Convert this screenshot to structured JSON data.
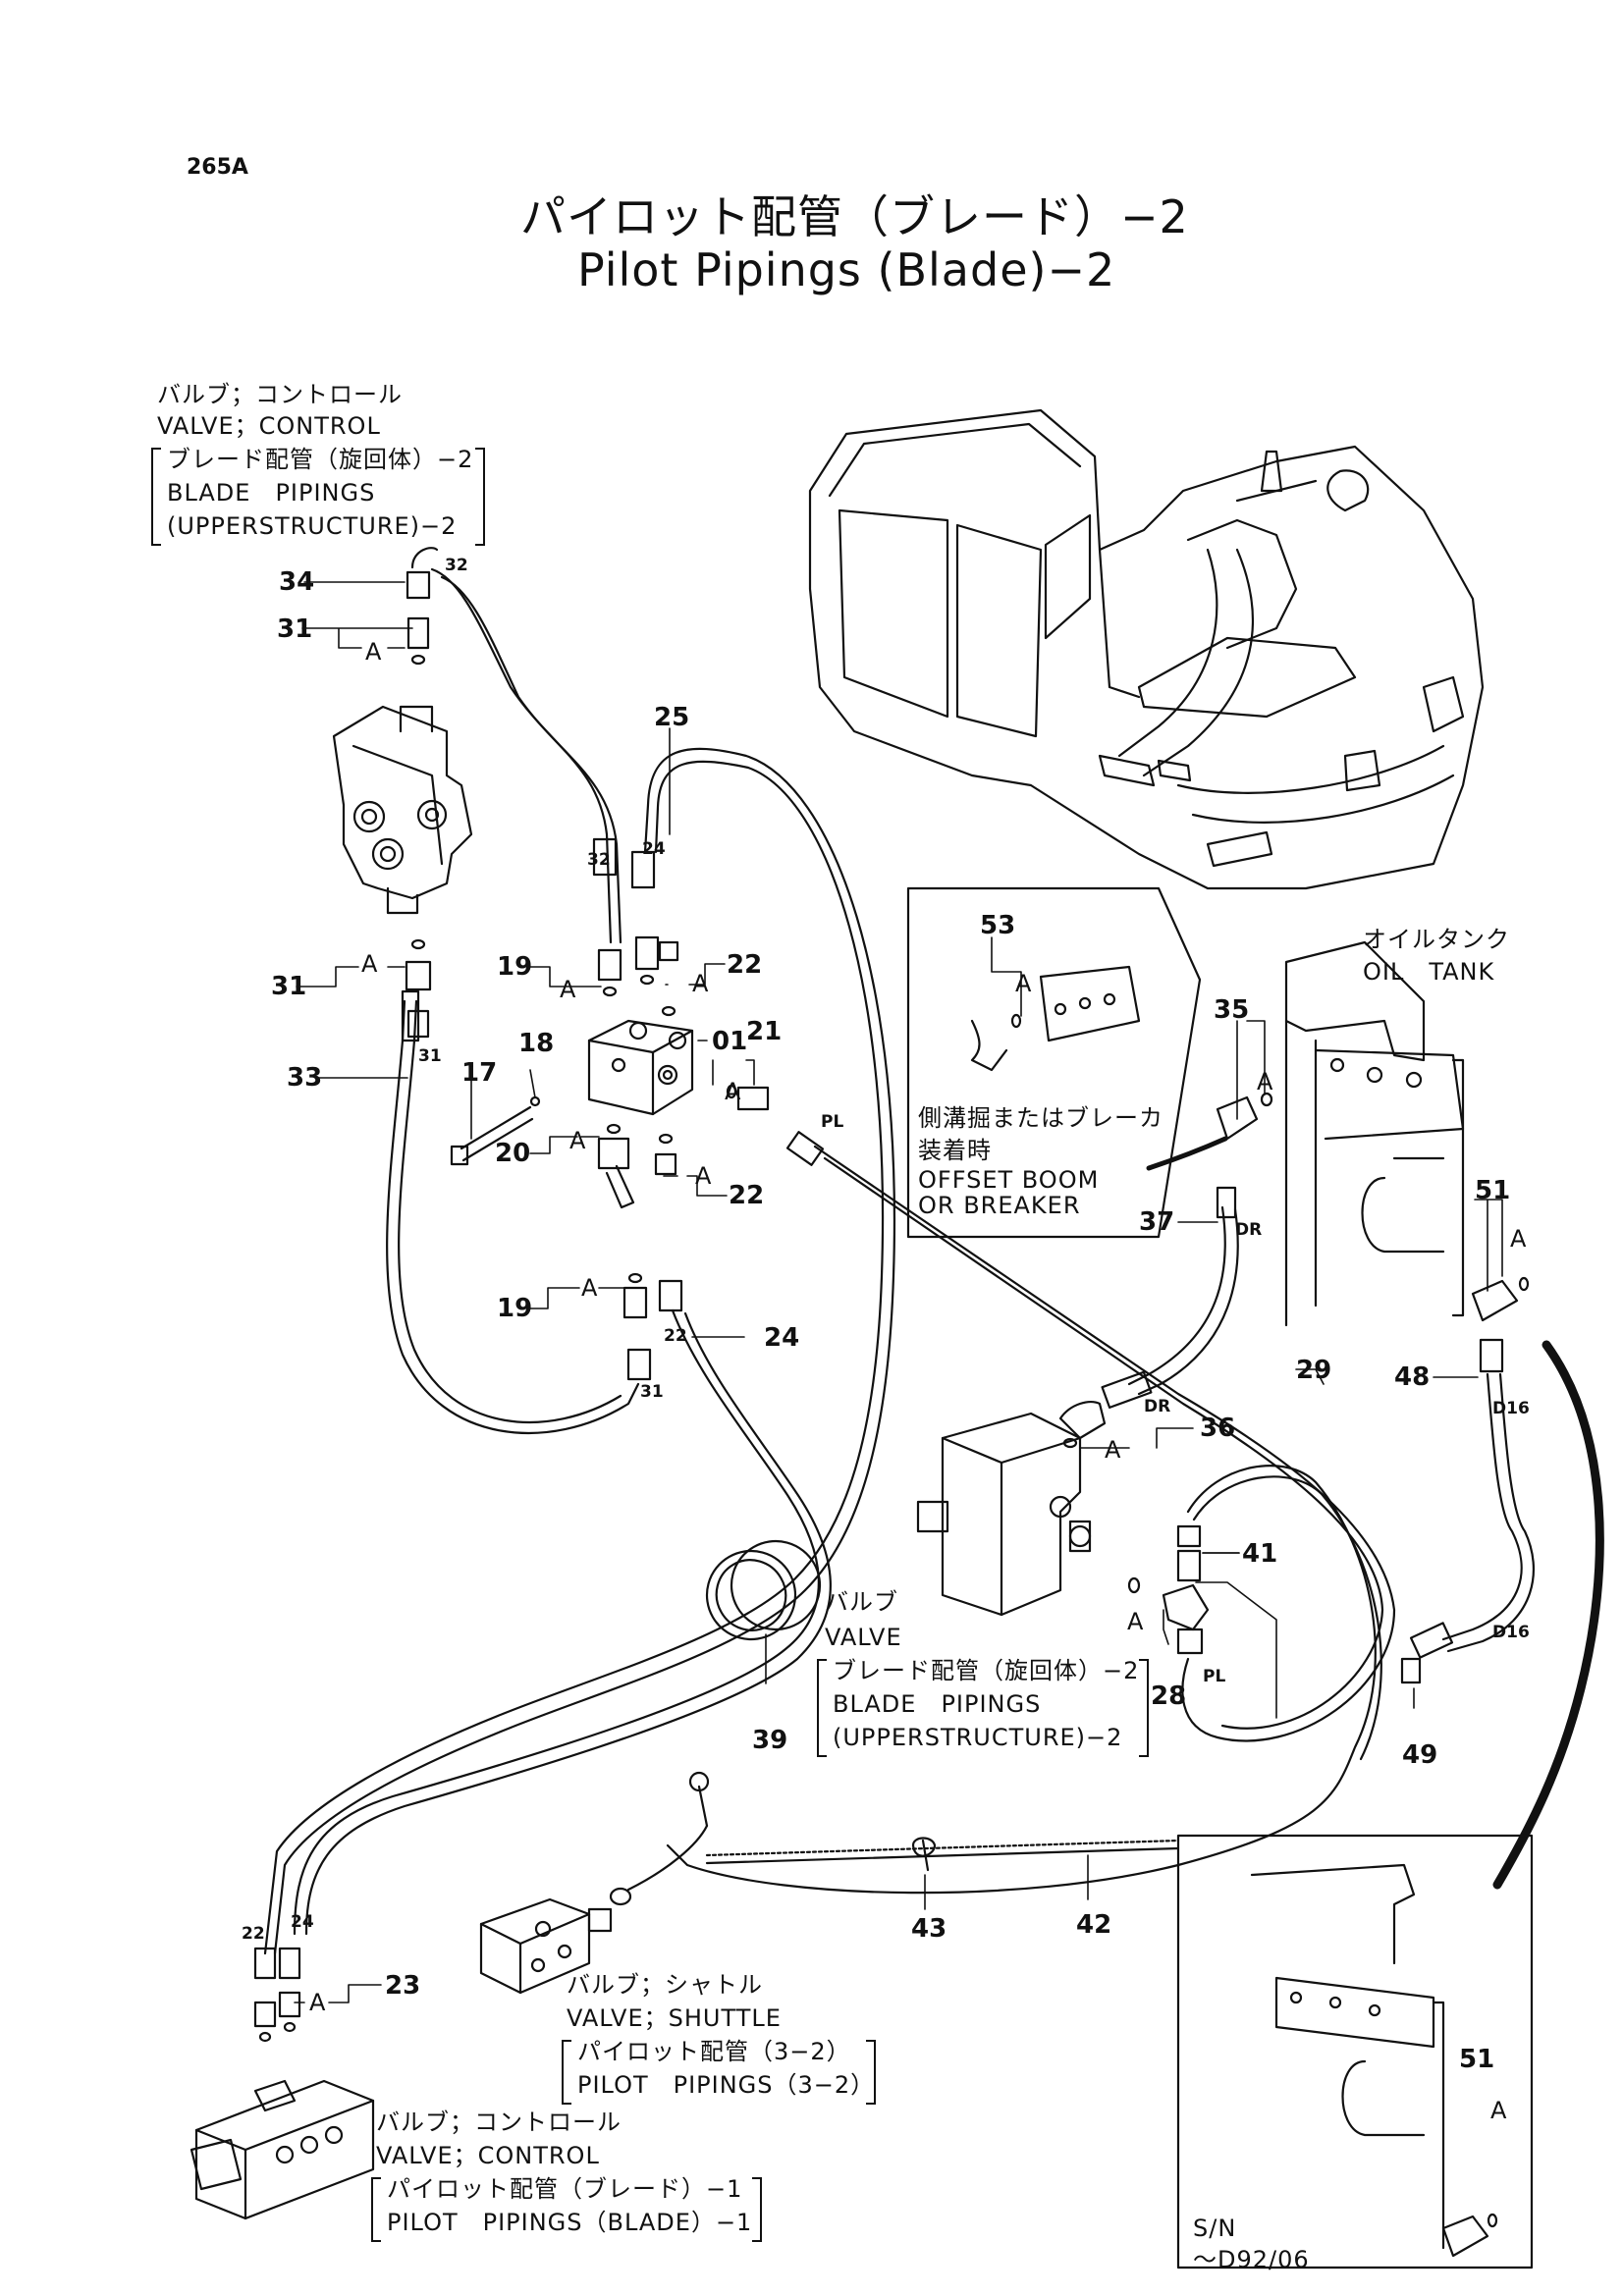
{
  "page_code": "265A",
  "title_jp": "パイロット配管（ブレード）−2",
  "title_en": "Pilot Pipings (Blade)−2",
  "callout_valve_control_top": {
    "jp": "バルブ；コントロール",
    "en": "VALVE；CONTROL",
    "ref_jp": "ブレード配管（旋回体）−2",
    "ref_en_1": "BLADE　PIPINGS",
    "ref_en_2": "(UPPERSTRUCTURE)−2"
  },
  "callout_oil_tank": {
    "jp": "オイルタンク",
    "en": "OIL　TANK"
  },
  "callout_option": {
    "jp_1": "側溝掘またはブレーカ",
    "jp_2": "装着時",
    "en_1": "OFFSET BOOM",
    "en_2": "OR BREAKER"
  },
  "callout_valve_mid": {
    "jp": "バルブ",
    "en": "VALVE",
    "ref_jp": "ブレード配管（旋回体）−2",
    "ref_en_1": "BLADE　PIPINGS",
    "ref_en_2": "(UPPERSTRUCTURE)−2"
  },
  "callout_valve_shuttle": {
    "jp": "バルブ；シャトル",
    "en": "VALVE；SHUTTLE",
    "ref_jp": "パイロット配管（3−2）",
    "ref_en": "PILOT　PIPINGS（3−2）"
  },
  "callout_valve_control_bottom": {
    "jp": "バルブ；コントロール",
    "en": "VALVE；CONTROL",
    "ref_jp": "パイロット配管（ブレード）−1",
    "ref_en": "PILOT　PIPINGS（BLADE）−1"
  },
  "inset_serial": {
    "line1": "S/N",
    "line2": "〜D92/06"
  },
  "part_numbers": {
    "p34": "34",
    "p31a": "31",
    "p31b": "31",
    "p33": "33",
    "p25": "25",
    "p19a": "19",
    "p19b": "19",
    "p22a": "22",
    "p22b": "22",
    "p01": "01",
    "p21": "21",
    "p18": "18",
    "p17": "17",
    "p20": "20",
    "p24": "24",
    "p53": "53",
    "p35": "35",
    "p37": "37",
    "p51a": "51",
    "p51b": "51",
    "p29": "29",
    "p48": "48",
    "p36": "36",
    "p41": "41",
    "p28": "28",
    "p49": "49",
    "p39": "39",
    "p43": "43",
    "p42": "42",
    "p23": "23"
  },
  "tags": {
    "t32a": "32",
    "t32b": "32",
    "t24a": "24",
    "t31a": "31",
    "t31b": "31",
    "t22a": "22",
    "t22b": "22",
    "t24b": "24",
    "pl1": "PL",
    "pl2": "PL",
    "dr1": "DR",
    "dr2": "DR",
    "d16a": "D16",
    "d16b": "D16"
  },
  "a_marks": [
    "A",
    "A",
    "A",
    "A",
    "A",
    "A",
    "A",
    "A",
    "A",
    "A",
    "A",
    "A",
    "A",
    "A",
    "A"
  ]
}
